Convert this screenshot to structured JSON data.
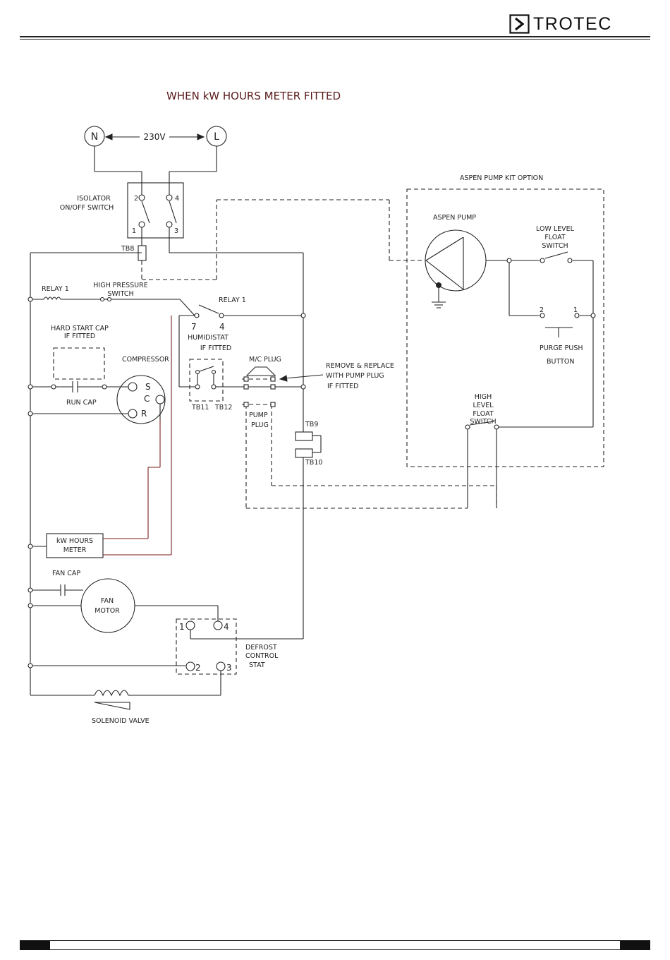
{
  "header": {
    "brand": "TROTEC",
    "logo_icon": "trotec-chevron-logo"
  },
  "diagram": {
    "title": "WHEN kW HOURS METER FITTED",
    "supply": {
      "neutral": "N",
      "live": "L",
      "voltage": "230V"
    },
    "isolator": {
      "label_line1": "ISOLATOR",
      "label_line2": "ON/OFF SWITCH",
      "pins": [
        "2",
        "4",
        "1",
        "3"
      ]
    },
    "tb8": "TB8",
    "relay1_coil": "RELAY 1",
    "high_pressure_switch": {
      "line1": "HIGH PRESSURE",
      "line2": "SWITCH"
    },
    "relay1_contact": {
      "label": "RELAY 1",
      "pin7": "7",
      "pin4": "4"
    },
    "hard_start_cap": {
      "line1": "HARD START CAP",
      "line2": "IF FITTED"
    },
    "compressor": {
      "label": "COMPRESSOR",
      "s": "S",
      "c": "C",
      "r": "R"
    },
    "run_cap": "RUN CAP",
    "humidistat": {
      "line1": "HUMIDISTAT",
      "line2": "IF FITTED",
      "tb11": "TB11",
      "tb12": "TB12"
    },
    "mc_plug": "M/C PLUG",
    "remove_note": {
      "line1": "REMOVE & REPLACE",
      "line2": "WITH PUMP PLUG",
      "line3": "IF FITTED"
    },
    "pump_plug": {
      "line1": "PUMP",
      "line2": "PLUG"
    },
    "tb9": "TB9",
    "tb10": "TB10",
    "kw_meter": {
      "line1": "kW HOURS",
      "line2": "METER"
    },
    "fan_cap": "FAN CAP",
    "fan_motor": {
      "line1": "FAN",
      "line2": "MOTOR"
    },
    "defrost": {
      "line1": "DEFROST",
      "line2": "CONTROL",
      "line3": "STAT",
      "pins": [
        "1",
        "4",
        "2",
        "3"
      ]
    },
    "solenoid_valve": "SOLENOID VALVE",
    "pump_kit": {
      "title": "ASPEN PUMP KIT OPTION",
      "pump": "ASPEN PUMP",
      "low_float": {
        "line1": "LOW LEVEL",
        "line2": "FLOAT",
        "line3": "SWITCH"
      },
      "purge": {
        "line1": "PURGE PUSH",
        "line2": "BUTTON",
        "pin2": "2",
        "pin1": "1"
      },
      "high_float": {
        "line1": "HIGH",
        "line2": "LEVEL",
        "line3": "FLOAT",
        "line4": "SWITCH"
      }
    },
    "colors": {
      "line": "#222222",
      "meter_wire": "#7a1f1f",
      "title": "#5a1a1a"
    }
  }
}
